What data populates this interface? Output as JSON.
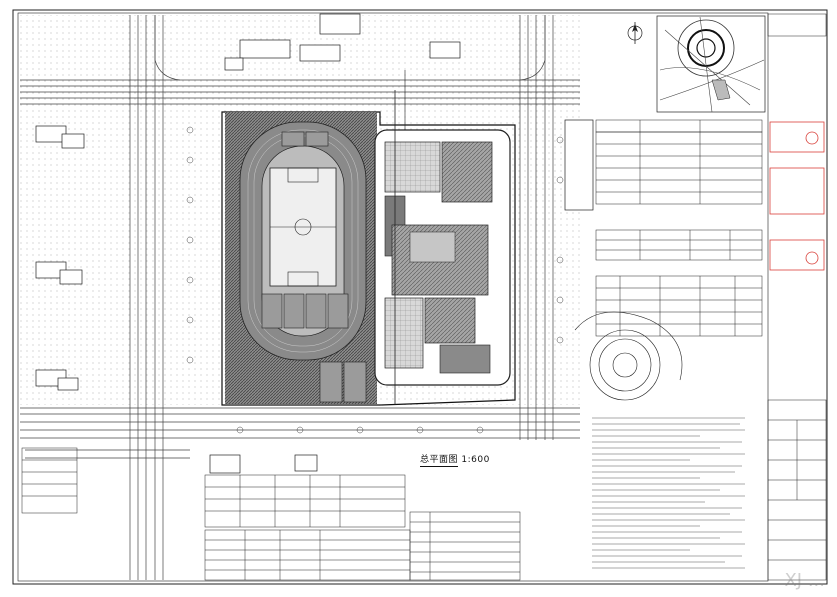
{
  "drawing": {
    "title": "总平面图",
    "scale": "1:600"
  },
  "watermark": "XJ ...",
  "colors": {
    "line": "#222222",
    "road": "#555555",
    "hatch_dark": "#6a6a6a",
    "hatch_mid": "#9a9a9a",
    "field": "#e6e6e6",
    "stamp_red": "#d9403a"
  }
}
